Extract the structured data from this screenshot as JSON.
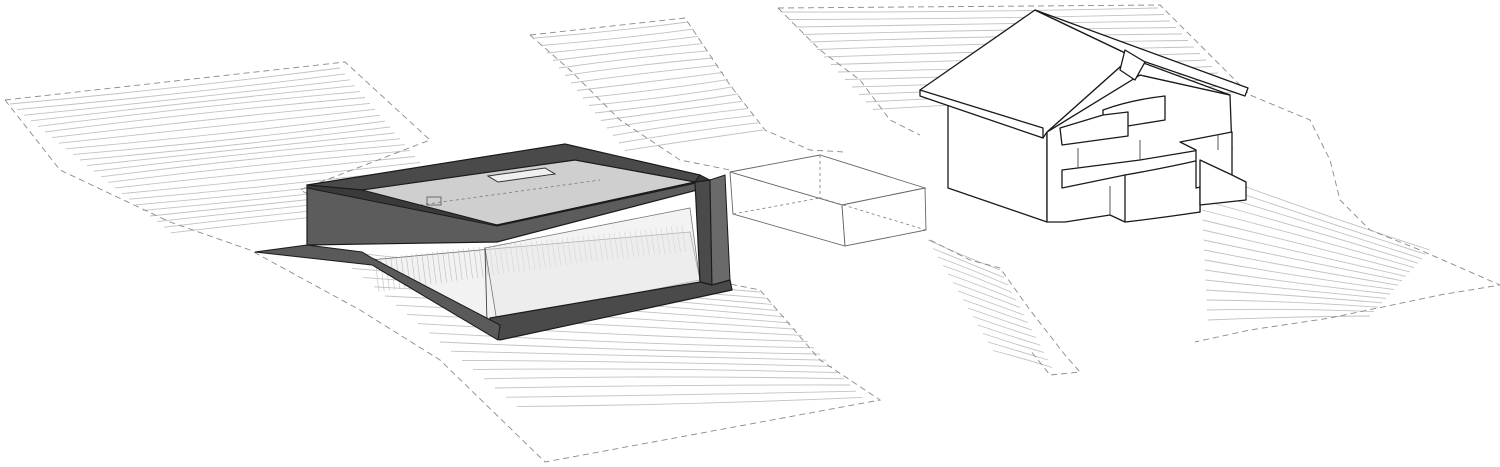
{
  "diagram": {
    "type": "axonometric-site-drawing",
    "colors": {
      "background": "#ffffff",
      "contour": "#c2c2c2",
      "boundary": "#8a8a8a",
      "frame_dark": "#4a4a4a",
      "frame_side": "#5c5c5c",
      "ink": "#1a1a1a",
      "glass": "#e9e9e9"
    },
    "elements": [
      {
        "name": "terrain-patch-left",
        "kind": "terrain"
      },
      {
        "name": "terrain-patch-middle",
        "kind": "terrain"
      },
      {
        "name": "terrain-patch-right",
        "kind": "terrain"
      },
      {
        "name": "new-building-frame",
        "kind": "building"
      },
      {
        "name": "outline-block",
        "kind": "massing-box"
      },
      {
        "name": "existing-house",
        "kind": "building"
      }
    ]
  }
}
